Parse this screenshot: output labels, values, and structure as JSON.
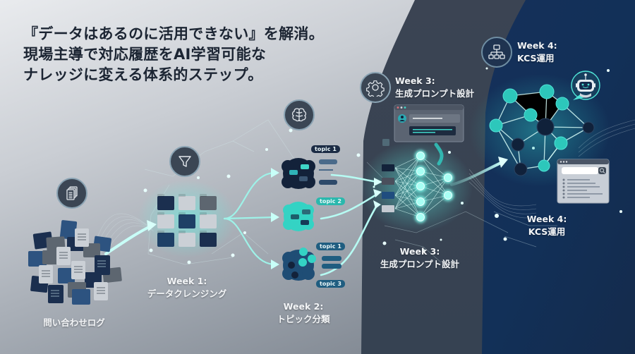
{
  "headline": {
    "line1": "『データはあるのに活用できない』を解消。",
    "line2": "現場主導で対応履歴をAI学習可能な",
    "line3": "ナレッジに変える体系的ステップ。"
  },
  "colors": {
    "accent": "#3fd6c8",
    "text_dark": "#1c2533",
    "panel_slate": "#3a4352",
    "panel_navy": "#142b4c",
    "folder_navy": "#1b2f4f",
    "folder_blue": "#2d5380",
    "folder_gray": "#5d6670",
    "folder_light": "#cbd0d6"
  },
  "steps": [
    {
      "id": "source",
      "icon": "documents-icon",
      "title": "",
      "label": "問い合わせログ"
    },
    {
      "id": "week1",
      "icon": "filter-icon",
      "title": "Week 1:",
      "label": "データクレンジング"
    },
    {
      "id": "week2",
      "icon": "brain-icon",
      "title": "Week 2:",
      "label": "トピック分類",
      "topics": [
        "topic 1",
        "topic 2",
        "topic 1",
        "topic 3"
      ]
    },
    {
      "id": "week3",
      "icon": "gear-icon",
      "title": "Week 3:",
      "label": "生成プロンプト設計",
      "header_title": "Week 3:",
      "header_label": "生成プロンプト設計"
    },
    {
      "id": "week4",
      "icon": "org-chart-icon",
      "title": "Week 4:",
      "label": "KCS運用",
      "header_title": "Week 4:",
      "header_label": "KCS運用"
    }
  ]
}
